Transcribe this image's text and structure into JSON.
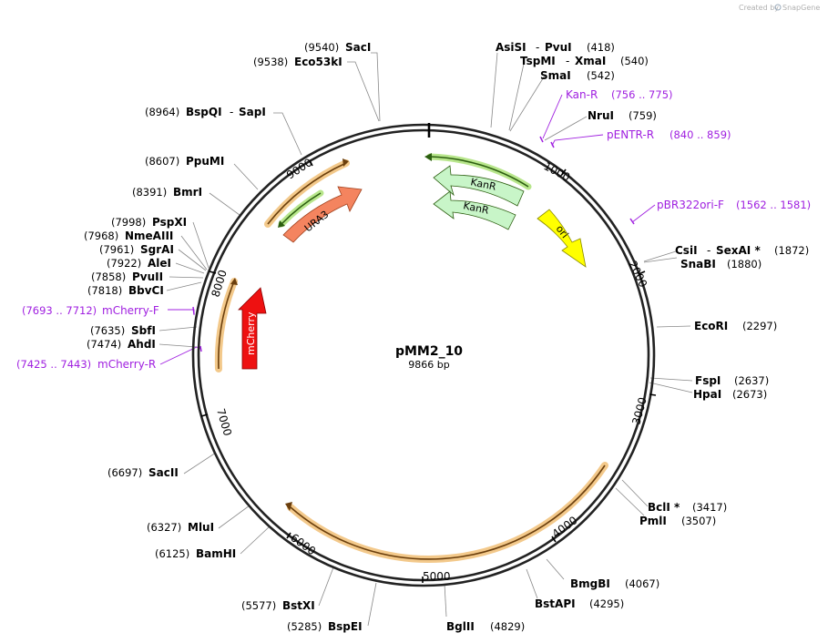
{
  "credit": {
    "prefix": "Created by",
    "brand": "SnapGene",
    "brand_icon": "snapgene-logo-icon"
  },
  "plasmid": {
    "name": "pMM2_10",
    "length_label": "9866 bp"
  },
  "tick_labels": [
    "1000",
    "2000",
    "3000",
    "4000",
    "5000",
    "6000",
    "7000",
    "8000",
    "9000"
  ],
  "enzymes": [
    {
      "id": "saci",
      "name": "SacI",
      "pos": "(9540)"
    },
    {
      "id": "eco53ki",
      "name": "Eco53kI",
      "pos": "(9538)"
    },
    {
      "id": "bspqi",
      "name": "BspQI",
      "name2": "SapI",
      "pos": "(8964)"
    },
    {
      "id": "ppumi",
      "name": "PpuMI",
      "pos": "(8607)"
    },
    {
      "id": "bmri",
      "name": "BmrI",
      "pos": "(8391)"
    },
    {
      "id": "pspxi",
      "name": "PspXI",
      "pos": "(7998)"
    },
    {
      "id": "nmeaiii",
      "name": "NmeAIII",
      "pos": "(7968)"
    },
    {
      "id": "sgrai",
      "name": "SgrAI",
      "pos": "(7961)"
    },
    {
      "id": "alei",
      "name": "AleI",
      "pos": "(7922)"
    },
    {
      "id": "pvuii",
      "name": "PvuII",
      "pos": "(7858)"
    },
    {
      "id": "bbvci",
      "name": "BbvCI",
      "pos": "(7818)"
    },
    {
      "id": "sbfi",
      "name": "SbfI",
      "pos": "(7635)"
    },
    {
      "id": "ahdi",
      "name": "AhdI",
      "pos": "(7474)"
    },
    {
      "id": "sacii",
      "name": "SacII",
      "pos": "(6697)"
    },
    {
      "id": "mlui",
      "name": "MluI",
      "pos": "(6327)"
    },
    {
      "id": "bamhi",
      "name": "BamHI",
      "pos": "(6125)"
    },
    {
      "id": "bstxi",
      "name": "BstXI",
      "pos": "(5577)"
    },
    {
      "id": "bspei",
      "name": "BspEI",
      "pos": "(5285)"
    },
    {
      "id": "bglii",
      "name": "BglII",
      "pos": "(4829)"
    },
    {
      "id": "bstapi",
      "name": "BstAPI",
      "pos": "(4295)"
    },
    {
      "id": "bmgbi",
      "name": "BmgBI",
      "pos": "(4067)"
    },
    {
      "id": "pmli",
      "name": "PmlI",
      "pos": "(3507)"
    },
    {
      "id": "bcli",
      "name": "BclI *",
      "pos": "(3417)"
    },
    {
      "id": "hpai",
      "name": "HpaI",
      "pos": "(2673)"
    },
    {
      "id": "fspi",
      "name": "FspI",
      "pos": "(2637)"
    },
    {
      "id": "ecori",
      "name": "EcoRI",
      "pos": "(2297)"
    },
    {
      "id": "snabi",
      "name": "SnaBI",
      "pos": "(1880)"
    },
    {
      "id": "csii",
      "name": "CsiI",
      "name2": "SexAI *",
      "pos": "(1872)"
    },
    {
      "id": "nrui",
      "name": "NruI",
      "pos": "(759)"
    },
    {
      "id": "smai",
      "name": "SmaI",
      "pos": "(542)"
    },
    {
      "id": "tspmi",
      "name": "TspMI",
      "name2": "XmaI",
      "pos": "(540)"
    },
    {
      "id": "asisi",
      "name": "AsiSI",
      "name2": "PvuI",
      "pos": "(418)"
    }
  ],
  "primers": [
    {
      "id": "kan-r",
      "name": "Kan-R",
      "range": "(756 .. 775)"
    },
    {
      "id": "pentr-r",
      "name": "pENTR-R",
      "range": "(840 .. 859)"
    },
    {
      "id": "pbr322ori-f",
      "name": "pBR322ori-F",
      "range": "(1562 .. 1581)"
    },
    {
      "id": "mcherry-f",
      "name": "mCherry-F",
      "range": "(7693 .. 7712)"
    },
    {
      "id": "mcherry-r",
      "name": "mCherry-R",
      "range": "(7425 .. 7443)"
    }
  ],
  "features": [
    {
      "id": "ura3",
      "label": "URA3",
      "color": "#f4845f"
    },
    {
      "id": "mcherry",
      "label": "mCherry",
      "color": "#ee1111"
    },
    {
      "id": "kanr-1",
      "label": "KanR",
      "color": "#c8f5c8"
    },
    {
      "id": "kanr-2",
      "label": "KanR",
      "color": "#c8f5c8"
    },
    {
      "id": "ori",
      "label": "ori",
      "color": "#ffff00"
    }
  ],
  "colors": {
    "backbone": "#222222",
    "orf_fill": "#f3c98b",
    "orf_line": "#7a4b12",
    "kanr_orf_fill": "#b8e68c",
    "kanr_orf_line": "#2c5e10",
    "primer": "#a020e0",
    "leader_line": "#888888"
  }
}
